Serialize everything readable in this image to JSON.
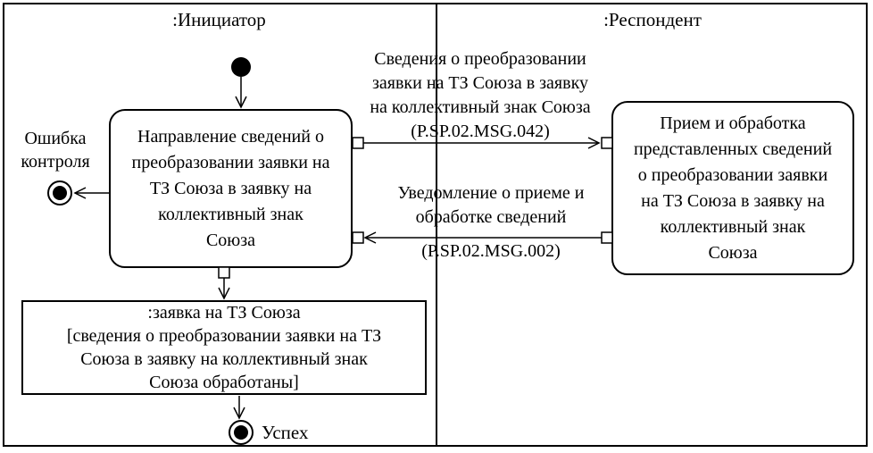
{
  "diagram": {
    "type": "uml-activity-swimlane",
    "colors": {
      "line": "#000000",
      "background": "#ffffff"
    },
    "lanes": [
      {
        "label": ":Инициатор"
      },
      {
        "label": ":Респондент"
      }
    ],
    "initiator": {
      "action": "Направление сведений о\nпреобразовании заявки на\nТЗ Союза в заявку на\nколлективный знак\nСоюза",
      "error_label": "Ошибка\nконтроля",
      "object": ":заявка на ТЗ Союза\n[сведения о преобразовании заявки на ТЗ\nСоюза в заявку на коллективный знак\nСоюза обработаны]",
      "success_label": "Успех"
    },
    "respondent": {
      "action": "Прием и обработка\nпредставленных сведений\nо преобразовании заявки\nна ТЗ Союза в заявку на\nколлективный знак\nСоюза"
    },
    "messages": [
      {
        "label": "Сведения о преобразовании\nзаявки на ТЗ Союза в заявку\nна коллективный знак Союза",
        "code": "(P.SP.02.MSG.042)",
        "direction": "initiator-to-respondent"
      },
      {
        "label": "Уведомление о приеме и\nобработке сведений",
        "code": "(P.SP.02.MSG.002)",
        "direction": "respondent-to-initiator"
      }
    ]
  }
}
